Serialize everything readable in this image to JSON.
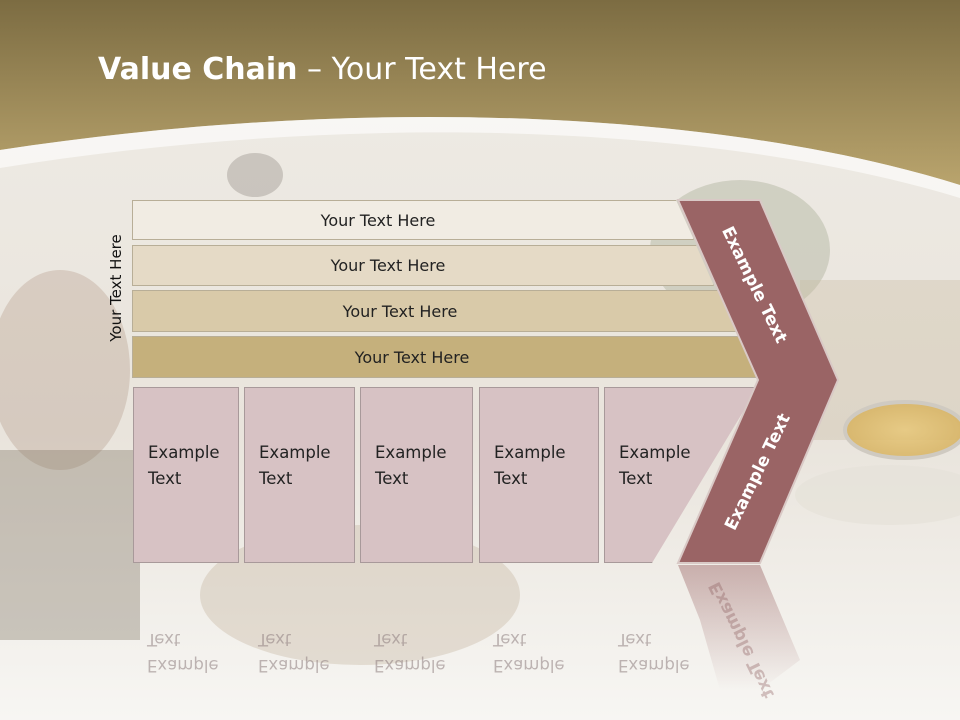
{
  "title": {
    "bold": "Value Chain",
    "rest": " – Your Text Here"
  },
  "side_label": "Your Text Here",
  "bars": [
    {
      "label": "Your Text Here",
      "color": "#f1ece3"
    },
    {
      "label": "Your Text Here",
      "color": "#e5dac6"
    },
    {
      "label": "Your Text Here",
      "color": "#d9caa9"
    },
    {
      "label": "Your Text Here",
      "color": "#c5b07c"
    }
  ],
  "boxes": [
    {
      "line1": "Example",
      "line2": "Text"
    },
    {
      "line1": "Example",
      "line2": "Text"
    },
    {
      "line1": "Example",
      "line2": "Text"
    },
    {
      "line1": "Example",
      "line2": "Text"
    },
    {
      "line1": "Example",
      "line2": "Text"
    }
  ],
  "arrow": {
    "upper_label": "Example Text",
    "lower_label": "Example Text",
    "color": "#9a6465"
  },
  "colors": {
    "header_top": "#7c6c42",
    "header_bottom": "#b5a06a",
    "box_fill": "#d7c2c4"
  }
}
